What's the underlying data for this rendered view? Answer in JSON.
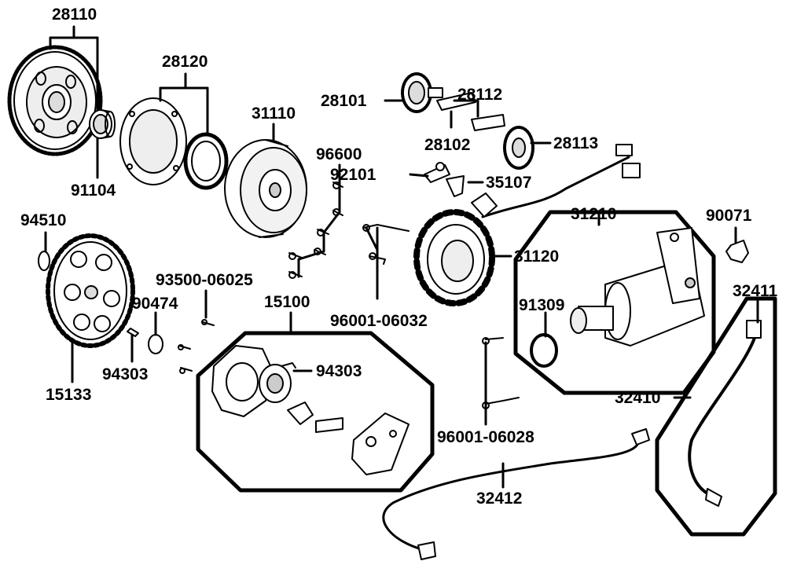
{
  "part_labels": {
    "p28110": "28110",
    "p91104": "91104",
    "p28120": "28120",
    "p31110": "31110",
    "p28101": "28101",
    "p28112": "28112",
    "p28102": "28102",
    "p28113": "28113",
    "p96600": "96600",
    "p92101": "92101",
    "p35107": "35107",
    "p94510": "94510",
    "p31210": "31210",
    "p90071": "90071",
    "p31120": "31120",
    "p93500_06025": "93500-06025",
    "p15100": "15100",
    "p90474": "90474",
    "p91309": "91309",
    "p32411": "32411",
    "p94303_a": "94303",
    "p94303_b": "94303",
    "p96001_06032": "96001-06032",
    "p15133": "15133",
    "p32410": "32410",
    "p96001_06028": "96001-06028",
    "p32412": "32412"
  },
  "colors": {
    "ink": "#000000",
    "paper": "#ffffff",
    "shade": "#e8e8e8"
  }
}
